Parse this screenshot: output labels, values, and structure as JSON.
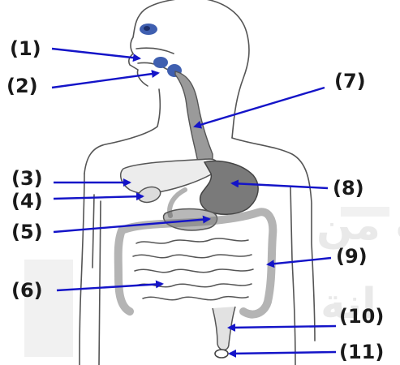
{
  "diagram": {
    "labels": [
      {
        "id": 1,
        "text": "(1)"
      },
      {
        "id": 2,
        "text": "(2)"
      },
      {
        "id": 3,
        "text": "(3)"
      },
      {
        "id": 4,
        "text": "(4)"
      },
      {
        "id": 5,
        "text": "(5)"
      },
      {
        "id": 6,
        "text": "(6)"
      },
      {
        "id": 7,
        "text": "(7)"
      },
      {
        "id": 8,
        "text": "(8)"
      },
      {
        "id": 9,
        "text": "(9)"
      },
      {
        "id": 10,
        "text": "(10)"
      },
      {
        "id": 11,
        "text": "(11)"
      }
    ],
    "watermark": {
      "line1": "ب من",
      "line2": "انة"
    }
  },
  "colors": {
    "arrow": "#1414c8",
    "outline": "#555555",
    "organ_fill": "#ececec",
    "stomach_fill": "#7a7a7a",
    "salivary_fill": "#3f5fb0"
  }
}
